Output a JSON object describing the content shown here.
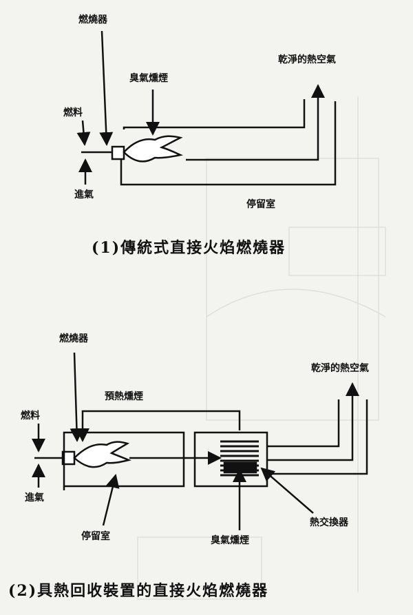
{
  "diagram1": {
    "labels": {
      "burner": "燃燒器",
      "fuel": "燃料",
      "air_inlet": "進氣",
      "odor_fume": "臭氣燻煙",
      "clean_hot_air": "乾淨的熱空氣",
      "residence_chamber": "停留室"
    },
    "caption": "(1)傳統式直接火焰燃燒器"
  },
  "diagram2": {
    "labels": {
      "burner": "燃燒器",
      "fuel": "燃料",
      "air_inlet": "進氣",
      "preheated_fume": "預熱燻煙",
      "clean_hot_air": "乾淨的熱空氣",
      "residence_chamber": "停留室",
      "odor_fume": "臭氣燻煙",
      "heat_exchanger": "熱交換器"
    },
    "caption": "(2)具熱回收裝置的直接火焰燃燒器"
  }
}
